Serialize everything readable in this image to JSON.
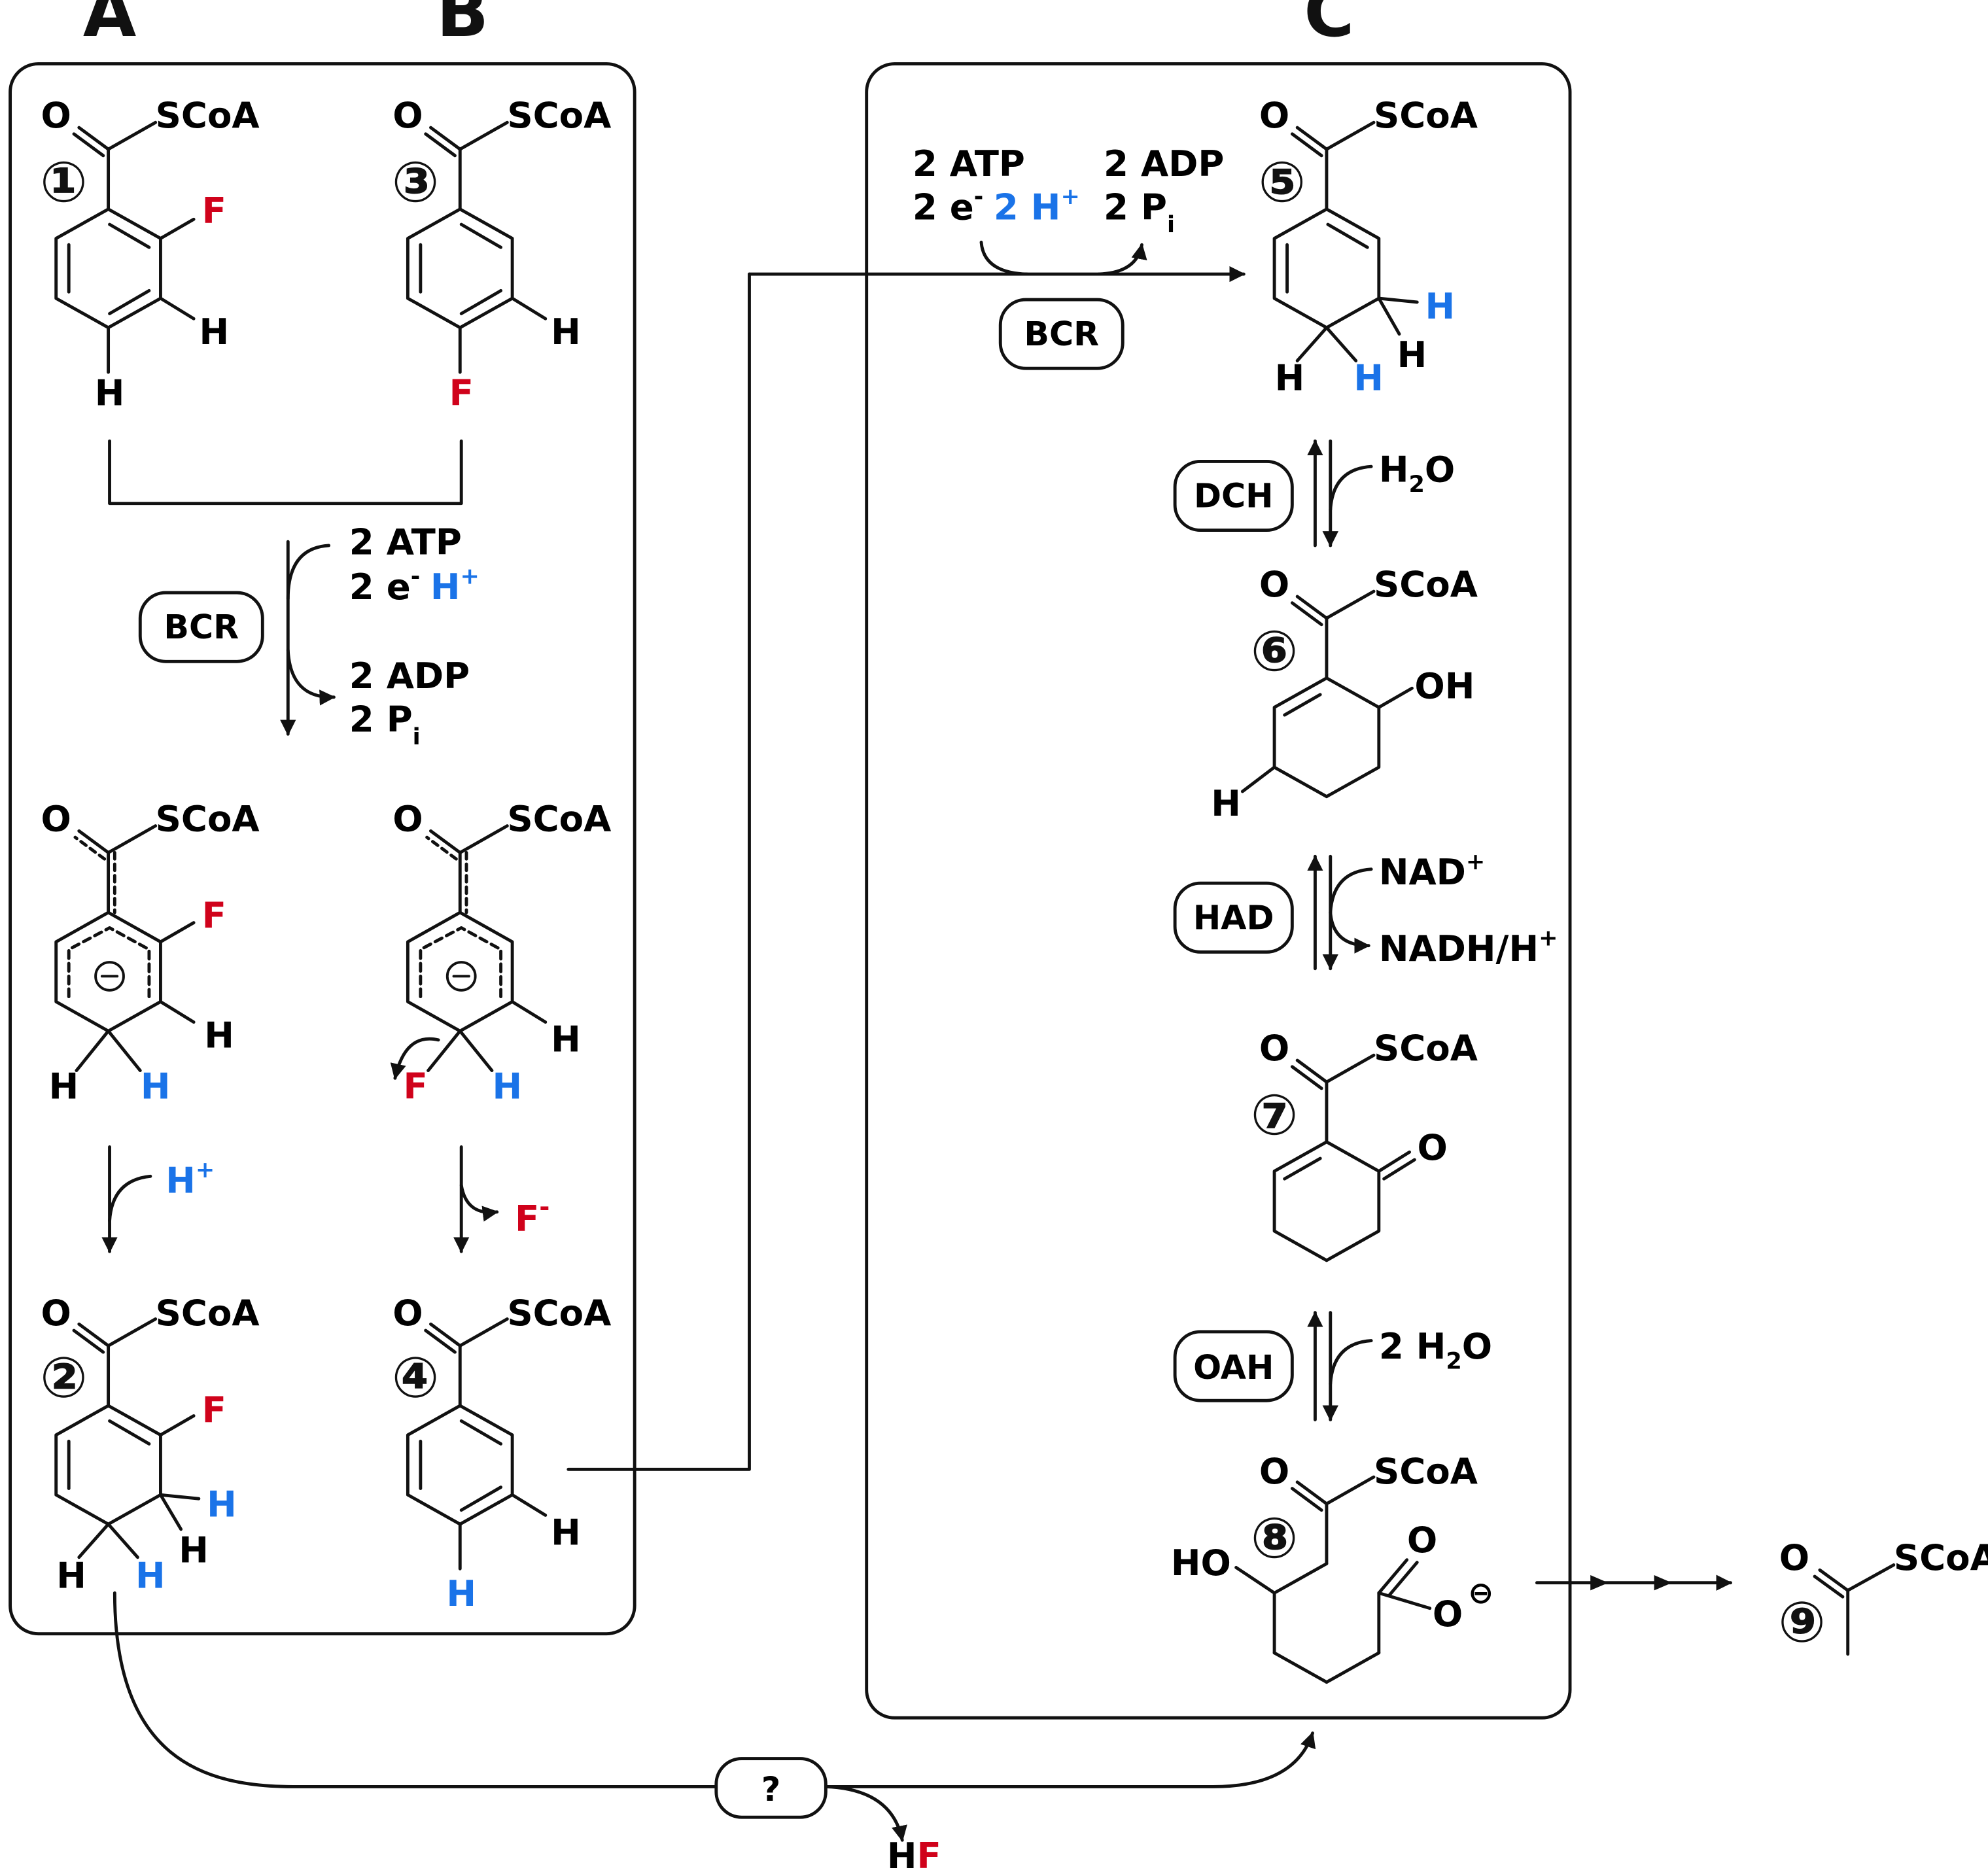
{
  "panels": {
    "A": "A",
    "B": "B",
    "C": "C"
  },
  "atoms": {
    "O": "O",
    "SCoA": "SCoA",
    "F": "F",
    "H": "H",
    "OH": "OH",
    "HO": "HO",
    "minus": "⊖"
  },
  "compound_numbers": {
    "c1": "①",
    "c2": "②",
    "c3": "③",
    "c4": "④",
    "c5": "⑤",
    "c6": "⑥",
    "c7": "⑦",
    "c8": "⑧",
    "c9": "⑨"
  },
  "enzymes": {
    "bcr_ab": "BCR",
    "bcr_c": "BCR",
    "dch": "DCH",
    "had": "HAD",
    "oah": "OAH",
    "unknown": "?"
  },
  "cofactors": {
    "atp": "2 ATP",
    "e_minus_prefix": "2 e",
    "e_sup": "-",
    "h_plus": "H",
    "two_h_plus": "2 H",
    "plus": "+",
    "adp": "2 ADP",
    "pi_prefix": "2 P",
    "pi_sub": "i",
    "h2o_prefix": "H",
    "h2o_sub": "2",
    "h2o_suffix": "O",
    "two_h2o_prefix": "2 H",
    "nad": "NAD",
    "nadh": "NADH/H",
    "f_minus": "F",
    "f_minus_sup": "-",
    "hf_h": "H",
    "hf_f": "F"
  },
  "colors": {
    "fluorine": "#d0021b",
    "hydrogen_added": "#1a73e8",
    "line": "#111111"
  }
}
